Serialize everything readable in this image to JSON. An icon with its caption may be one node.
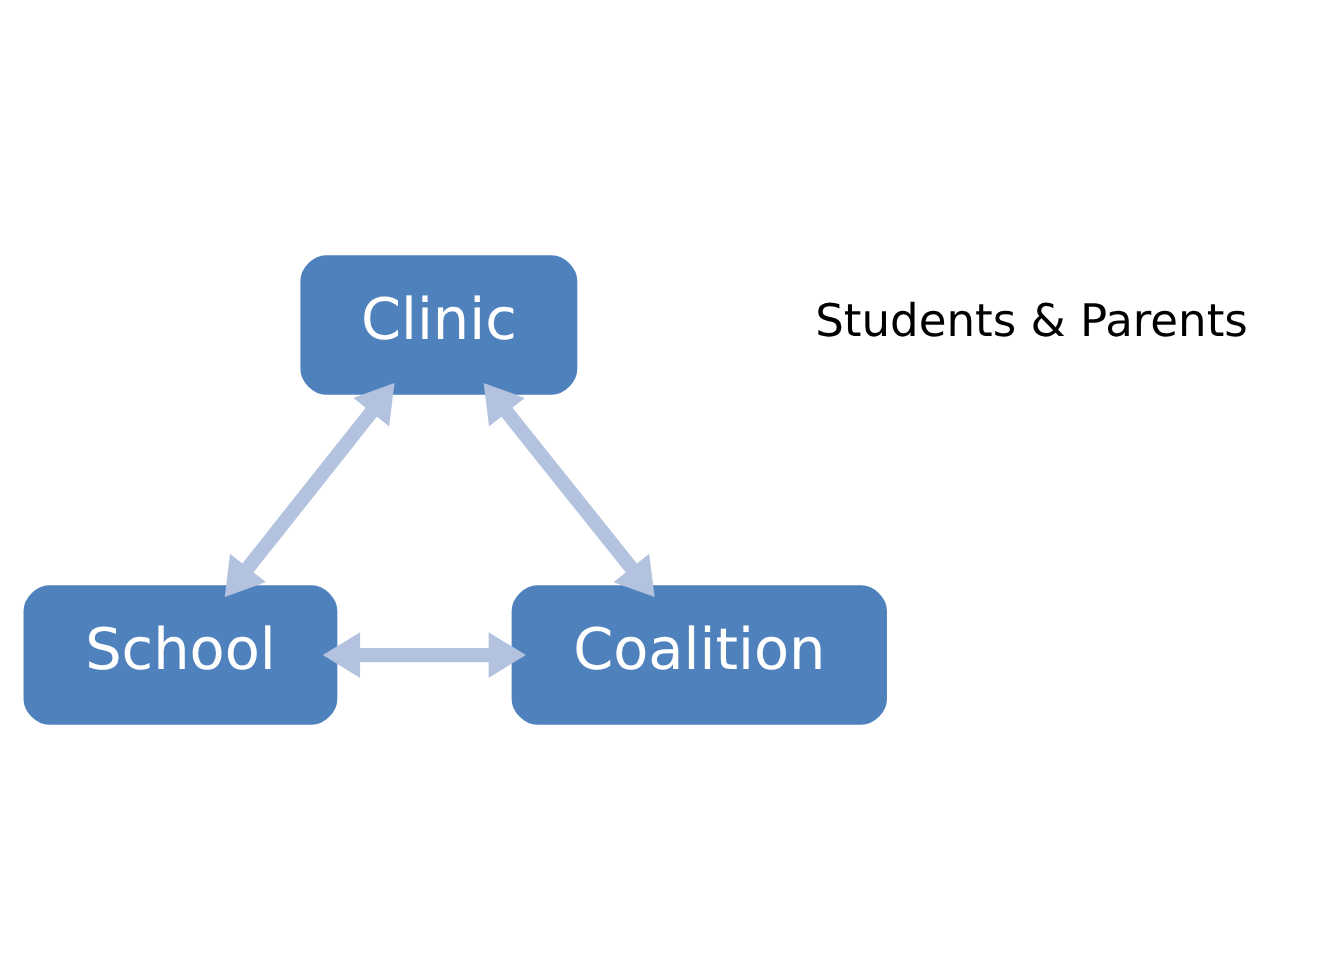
{
  "diagram": {
    "nodes": [
      {
        "text": [
          "Clinic"
        ]
      },
      {
        "text": [
          "School"
        ]
      },
      {
        "text": [
          "Coalition"
        ]
      }
    ],
    "edges": [
      {
        "from": 0,
        "to": 1,
        "arrow": "both"
      },
      {
        "from": 0,
        "to": 2,
        "arrow": "both"
      },
      {
        "from": 1,
        "to": 2,
        "arrow": "both"
      }
    ],
    "labels": [
      "Students & Parents"
    ]
  }
}
